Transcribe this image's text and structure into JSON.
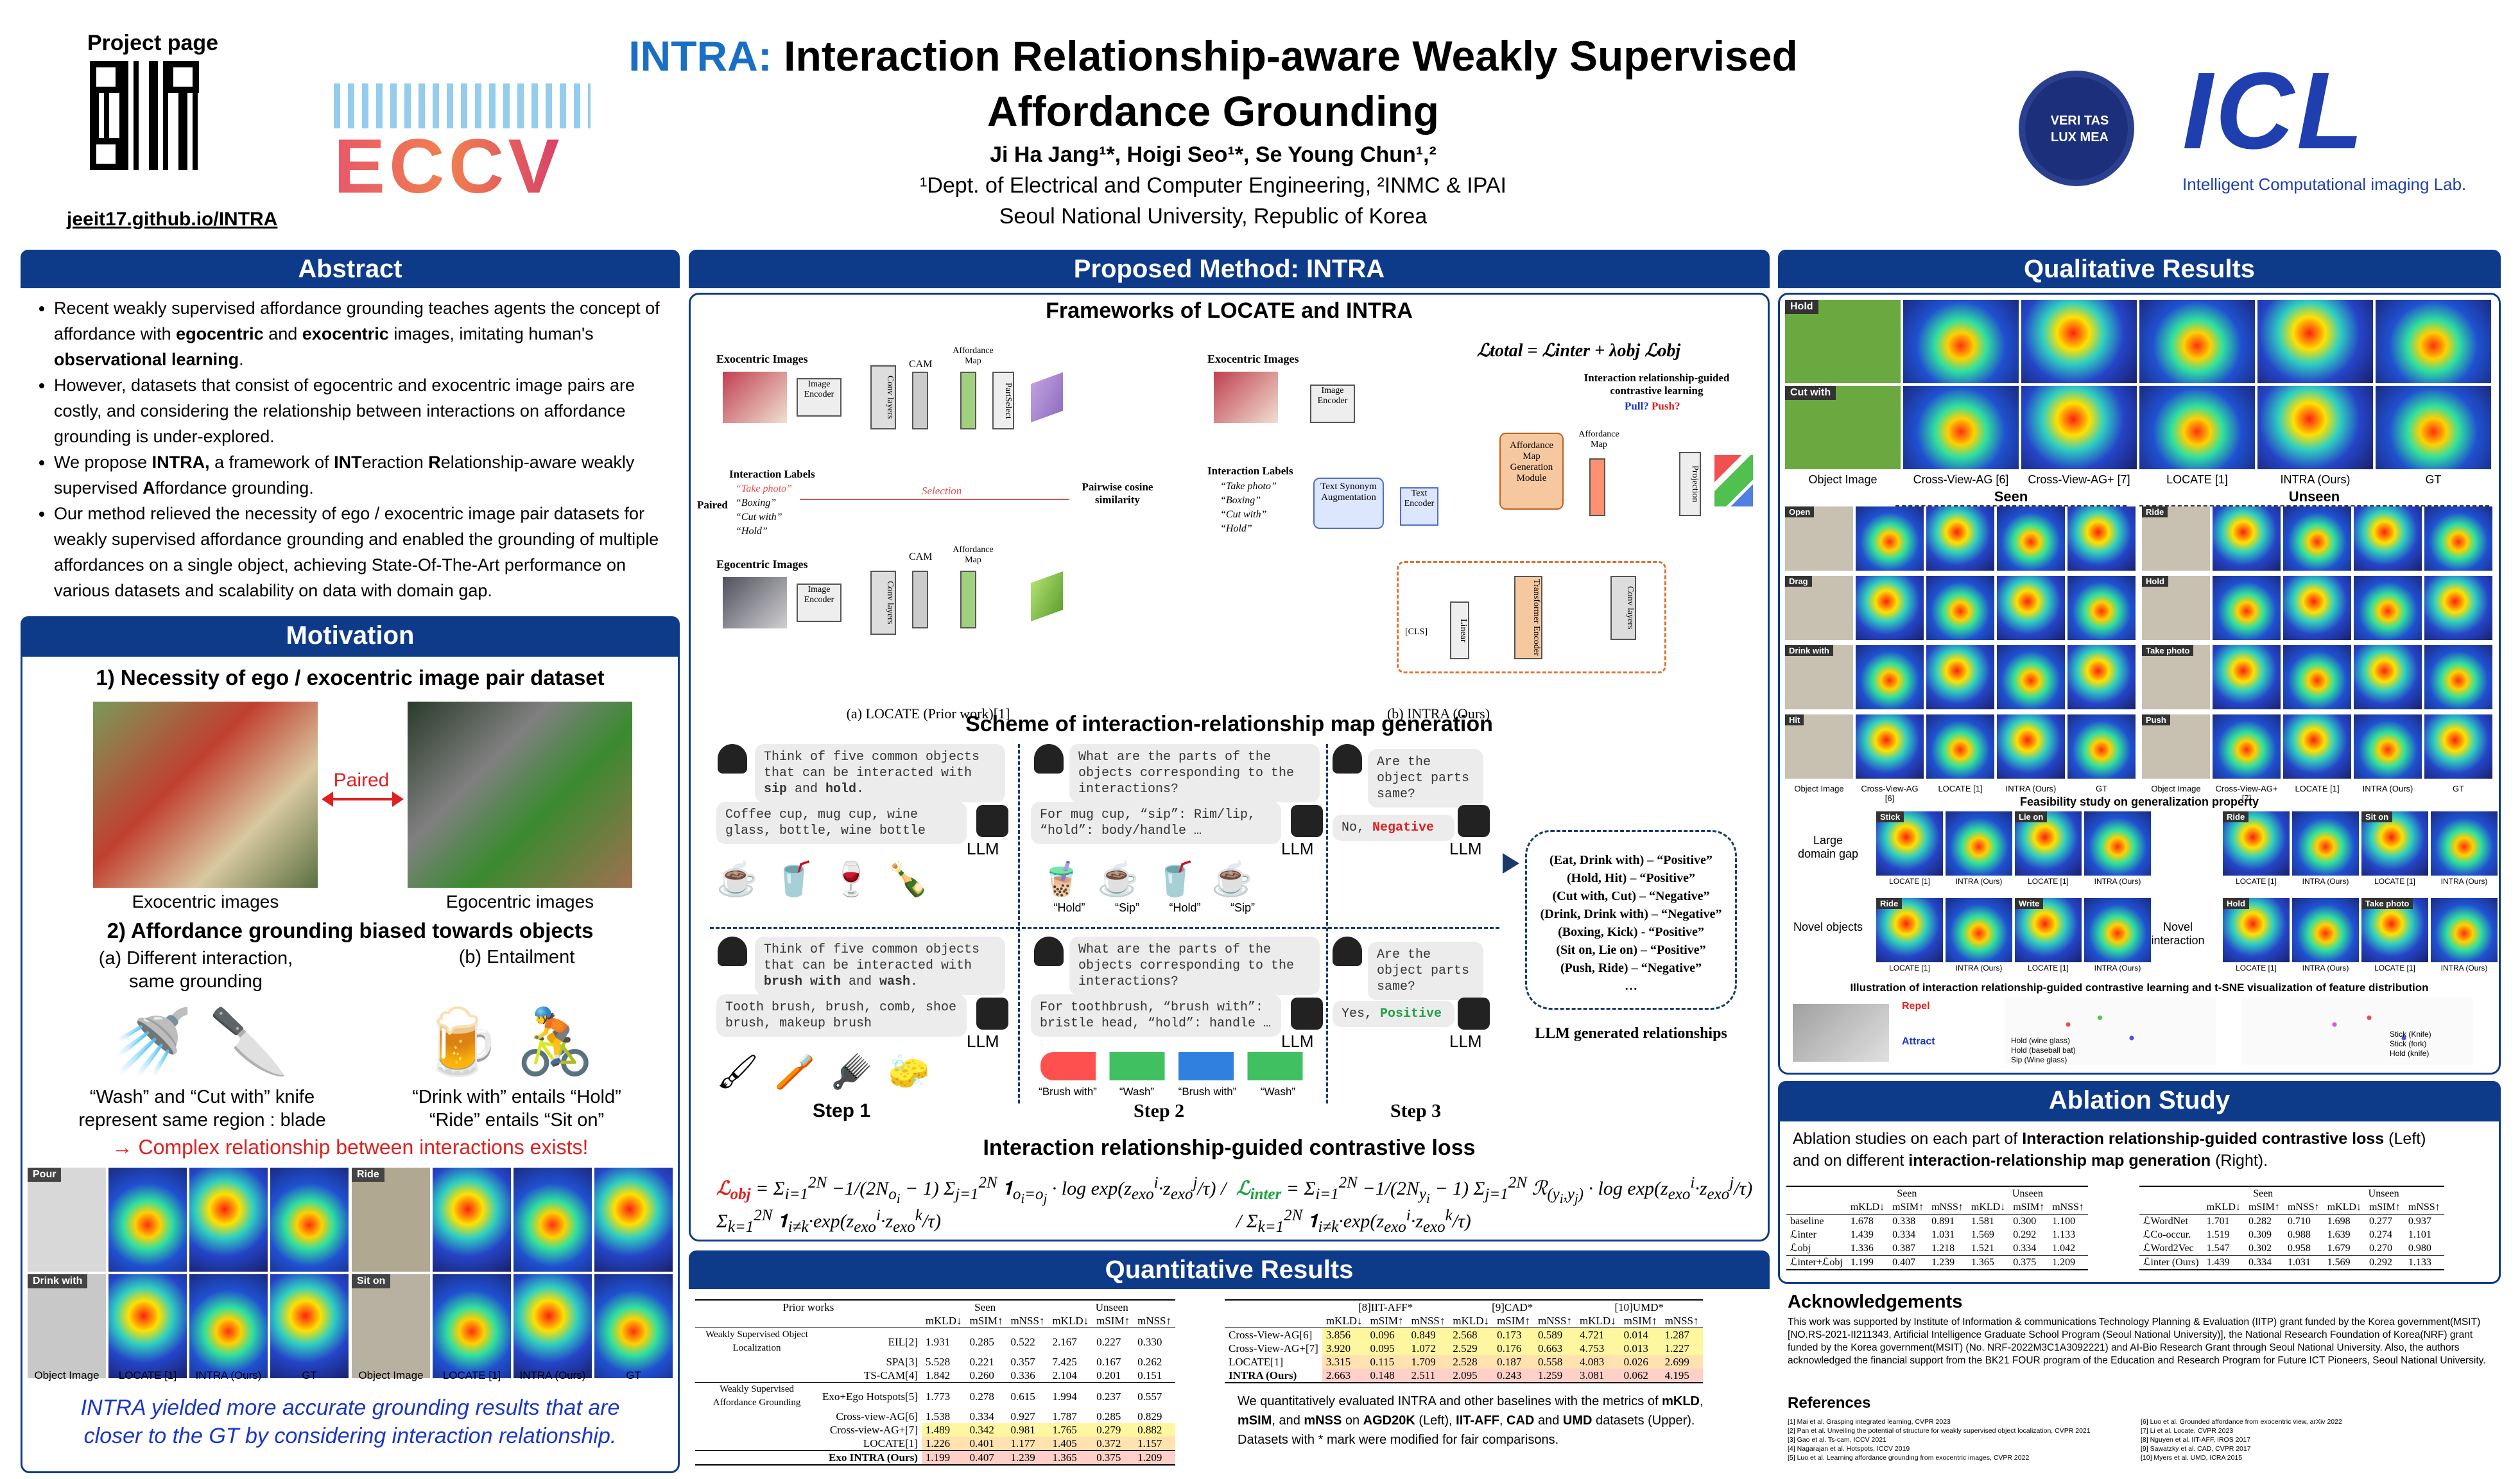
{
  "header": {
    "project_page_label": "Project page",
    "project_url": "jeeit17.github.io/INTRA",
    "conference": "ECCV",
    "title_brand": "INTRA:",
    "title_rest_line1": " Interaction Relationship-aware Weakly Supervised",
    "title_line2": "Affordance Grounding",
    "authors": "Ji Ha Jang¹*, Hoigi Seo¹*, Se Young Chun¹,²",
    "affil1": "¹Dept. of Electrical and Computer Engineering, ²INMC & IPAI",
    "affil2": "Seoul National University, Republic of Korea",
    "snu_seal_text": "VERI TAS LUX MEA",
    "lab_logo": "ICL",
    "lab_name": "Intelligent Computational imaging Lab."
  },
  "abstract": {
    "heading": "Abstract",
    "bullets": [
      "Recent weakly supervised affordance grounding teaches agents the concept of affordance with egocentric and exocentric images, imitating human's observational learning.",
      "However, datasets that consist of egocentric and exocentric image pairs are costly, and considering the relationship between interactions on affordance grounding is under-explored.",
      "We propose INTRA, a framework of INTeraction Relationship-aware weakly supervised Affordance grounding.",
      "Our method relieved the necessity of ego / exocentric image pair datasets for weakly supervised affordance grounding and enabled the grounding of multiple affordances on a single object, achieving State-Of-The-Art performance on various datasets and scalability on data with domain gap."
    ]
  },
  "motivation": {
    "heading": "Motivation",
    "s1_title": "1) Necessity of ego / exocentric image pair dataset",
    "paired": "Paired",
    "exo_label": "Exocentric images",
    "ego_label": "Egocentric images",
    "s2_title": "2) Affordance grounding biased towards objects",
    "a_label": "(a) Different interaction,",
    "a_label2": "same grounding",
    "b_label": "(b) Entailment",
    "a_caption1": "“Wash” and “Cut with” knife",
    "a_caption2": "represent same region : blade",
    "b_caption1": "“Drink with” entails “Hold”",
    "b_caption2": "“Ride” entails “Sit on”",
    "arrow_note": "→ Complex relationship between interactions exists!",
    "tags": [
      "Pour",
      "Ride",
      "Drink with",
      "Sit on"
    ],
    "col_labels": [
      "Object Image",
      "LOCATE [1]",
      "INTRA (Ours)",
      "GT",
      "Object Image",
      "LOCATE [1]",
      "INTRA (Ours)",
      "GT"
    ],
    "conclusion1": "INTRA yielded more accurate grounding results that are",
    "conclusion2": "closer to the GT by considering interaction relationship."
  },
  "method": {
    "heading": "Proposed Method: INTRA",
    "frameworks_title": "Frameworks of LOCATE and INTRA",
    "locate_caption": "(a) LOCATE (Prior work)[1]",
    "intra_caption": "(b) INTRA (Ours)",
    "exo_images": "Exocentric Images",
    "ego_images": "Egocentric Images",
    "interaction_labels": "Interaction Labels",
    "labels_list": [
      "“Take photo”",
      "“Boxing”",
      "“Cut with”",
      "“Hold”"
    ],
    "image_encoder": "Image Encoder",
    "conv_layers": "Conv layers",
    "cam": "CAM",
    "affordance_map": "Affordance Map",
    "partselect": "PartSelect",
    "paired": "Paired",
    "selection": "Selection",
    "pairwise": "Pairwise cosine similarity",
    "text_syn": "Text Synonym Augmentation",
    "text_encoder": "Text Encoder",
    "amg": "Affordance Map Generation Module",
    "projection": "Projection",
    "transformer": "Transformer Encoder",
    "linear": "Linear",
    "cls": "[CLS]",
    "loss_total": "ℒtotal = ℒinter + λobj ℒobj",
    "guided": "Interaction relationship-guided contrastive learning",
    "pull": "Pull?",
    "push": "Push?",
    "scheme_title": "Scheme of interaction-relationship map generation",
    "q1": "Think of five common objects that can be interacted with sip and hold.",
    "a1": "Coffee cup, mug cup, wine glass, bottle, wine bottle",
    "q2": "What are the parts of the objects corresponding to the interactions?",
    "a2": "For mug cup, “sip”: Rim/lip, “hold”: body/handle …",
    "q3": "Are the object parts same?",
    "a3_prefix": "No, ",
    "a3_word": "Negative",
    "q4": "Think of five common objects that can be interacted with brush with and wash.",
    "a4": "Tooth brush, brush, comb, shoe brush, makeup brush",
    "q5": "What are the parts of the objects corresponding to the interactions?",
    "a5": "For toothbrush, “brush with”: bristle head, “hold”: handle …",
    "q6": "Are the object parts same?",
    "a6_prefix": "Yes, ",
    "a6_word": "Positive",
    "llm": "LLM",
    "icon_labels_top": [
      "“Hold”",
      "“Sip”",
      "“Hold”",
      "“Sip”"
    ],
    "icon_labels_bot": [
      "“Brush with”",
      "“Wash”",
      "“Brush with”",
      "“Wash”"
    ],
    "steps": [
      "Step 1",
      "Step 2",
      "Step 3"
    ],
    "relationships": [
      "(Eat, Drink with) – “Positive”",
      "(Hold, Hit) – “Positive”",
      "(Cut with, Cut) – “Negative”",
      "(Drink, Drink with) – “Negative”",
      "(Boxing, Kick) - “Positive”",
      "(Sit on, Lie on) – “Positive”",
      "(Push, Ride) – “Negative”",
      "…"
    ],
    "llm_generated": "LLM generated relationships",
    "loss_title": "Interaction relationship-guided contrastive loss"
  },
  "quant": {
    "heading": "Quantitative Results",
    "left_headers": [
      "Prior works",
      "Seen",
      "Unseen"
    ],
    "metric_headers": [
      "mKLD↓",
      "mSIM↑",
      "mNSS↑",
      "mKLD↓",
      "mSIM↑",
      "mNSS↑"
    ],
    "groups": [
      {
        "name": "Weakly Supervised Object Localization",
        "sub": "",
        "rows": [
          {
            "m": "EIL[2]",
            "v": [
              "1.931",
              "0.285",
              "0.522",
              "2.167",
              "0.227",
              "0.330"
            ],
            "hl": ""
          },
          {
            "m": "SPA[3]",
            "v": [
              "5.528",
              "0.221",
              "0.357",
              "7.425",
              "0.167",
              "0.262"
            ],
            "hl": ""
          },
          {
            "m": "TS-CAM[4]",
            "v": [
              "1.842",
              "0.260",
              "0.336",
              "2.104",
              "0.201",
              "0.151"
            ],
            "hl": ""
          }
        ]
      },
      {
        "name": "Weakly Supervised Affordance Grounding",
        "sub": "Exo+Ego",
        "rows": [
          {
            "m": "Hotspots[5]",
            "v": [
              "1.773",
              "0.278",
              "0.615",
              "1.994",
              "0.237",
              "0.557"
            ],
            "hl": ""
          },
          {
            "m": "Cross-view-AG[6]",
            "v": [
              "1.538",
              "0.334",
              "0.927",
              "1.787",
              "0.285",
              "0.829"
            ],
            "hl": ""
          },
          {
            "m": "Cross-view-AG+[7]",
            "v": [
              "1.489",
              "0.342",
              "0.981",
              "1.765",
              "0.279",
              "0.882"
            ],
            "hl": "y"
          },
          {
            "m": "LOCATE[1]",
            "v": [
              "1.226",
              "0.401",
              "1.177",
              "1.405",
              "0.372",
              "1.157"
            ],
            "hl": "o"
          }
        ]
      },
      {
        "name": "",
        "sub": "Exo",
        "rows": [
          {
            "m": "INTRA (Ours)",
            "v": [
              "1.199",
              "0.407",
              "1.239",
              "1.365",
              "0.375",
              "1.209"
            ],
            "hl": "r"
          }
        ]
      }
    ],
    "right_headers": [
      "[8]IIT-AFF*",
      "[9]CAD*",
      "[10]UMD*"
    ],
    "right_metrics": [
      "mKLD↓",
      "mSIM↑",
      "mNSS↑",
      "mKLD↓",
      "mSIM↑",
      "mNSS↑",
      "mKLD↓",
      "mSIM↑",
      "mNSS↑"
    ],
    "right_rows": [
      {
        "m": "Cross-View-AG[6]",
        "v": [
          "3.856",
          "0.096",
          "0.849",
          "2.568",
          "0.173",
          "0.589",
          "4.721",
          "0.014",
          "1.287"
        ]
      },
      {
        "m": "Cross-View-AG+[7]",
        "v": [
          "3.920",
          "0.095",
          "1.072",
          "2.529",
          "0.176",
          "0.663",
          "4.753",
          "0.013",
          "1.227"
        ]
      },
      {
        "m": "LOCATE[1]",
        "v": [
          "3.315",
          "0.115",
          "1.709",
          "2.528",
          "0.187",
          "0.558",
          "4.083",
          "0.026",
          "2.699"
        ]
      },
      {
        "m": "INTRA (Ours)",
        "v": [
          "2.663",
          "0.148",
          "2.511",
          "2.095",
          "0.243",
          "1.259",
          "3.081",
          "0.062",
          "4.195"
        ]
      }
    ],
    "note1": "We quantitatively evaluated INTRA and other baselines with the metrics of mKLD,",
    "note2": "mSIM, and mNSS on AGD20K (Left), IIT-AFF, CAD and UMD datasets (Upper).",
    "note3": "Datasets with * mark were modified for fair comparisons."
  },
  "qual": {
    "heading": "Qualitative Results",
    "top_tags": [
      "Hold",
      "Cut with"
    ],
    "top_cols": [
      "Object Image",
      "Cross-View-AG [6]",
      "Cross-View-AG+ [7]",
      "LOCATE [1]",
      "INTRA (Ours)",
      "GT"
    ],
    "seen": "Seen",
    "unseen": "Unseen",
    "seen_tags": [
      "Open",
      "Drag",
      "Drink with",
      "Hit"
    ],
    "unseen_tags": [
      "Ride",
      "Hold",
      "Take photo",
      "Push"
    ],
    "grid_cols": [
      "Object Image",
      "Cross-View-AG [6]",
      "LOCATE [1]",
      "INTRA (Ours)",
      "GT",
      "Object Image",
      "Cross-View-AG+ [7]",
      "LOCATE [1]",
      "INTRA (Ours)",
      "GT"
    ],
    "feas_title": "Feasibility study on generalization property",
    "row_large": "Large domain gap",
    "row_novel_obj": "Novel objects",
    "novel_interaction": "Novel interaction",
    "feas_tags": [
      "Stick",
      "Lie on",
      "Ride",
      "Sit on",
      "Ride",
      "Write",
      "Hold",
      "Take photo"
    ],
    "feas_caps": [
      "LOCATE [1]",
      "INTRA (Ours)"
    ],
    "tsne_title": "Illustration of interaction relationship-guided contrastive learning and t-SNE visualization of feature distribution",
    "tsne_legend_a": [
      "Hold (wine glass)",
      "Hold (baseball bat)",
      "Sip (Wine glass)"
    ],
    "tsne_legend_b": [
      "Stick (Knife)",
      "Stick (fork)",
      "Hold (knife)"
    ],
    "repel": "Repel",
    "attract": "Attract"
  },
  "ablation": {
    "heading": "Ablation Study",
    "desc_pre": "Ablation studies on each part of ",
    "desc_b1": "Interaction relationship-guided contrastive loss",
    "desc_mid": " (Left)",
    "desc2_pre": "and on different ",
    "desc_b2": "interaction-relationship map generation",
    "desc_end": " (Right).",
    "metrics": [
      "mKLD↓",
      "mSIM↑",
      "mNSS↑",
      "mKLD↓",
      "mSIM↑",
      "mNSS↑"
    ],
    "left_rows": [
      {
        "m": "baseline",
        "v": [
          "1.678",
          "0.338",
          "0.891",
          "1.581",
          "0.300",
          "1.100"
        ]
      },
      {
        "m": "ℒinter",
        "v": [
          "1.439",
          "0.334",
          "1.031",
          "1.569",
          "0.292",
          "1.133"
        ]
      },
      {
        "m": "ℒobj",
        "v": [
          "1.336",
          "0.387",
          "1.218",
          "1.521",
          "0.334",
          "1.042"
        ]
      },
      {
        "m": "ℒinter+ℒobj",
        "v": [
          "1.199",
          "0.407",
          "1.239",
          "1.365",
          "0.375",
          "1.209"
        ]
      }
    ],
    "right_rows": [
      {
        "m": "ℒWordNet",
        "v": [
          "1.701",
          "0.282",
          "0.710",
          "1.698",
          "0.277",
          "0.937"
        ]
      },
      {
        "m": "ℒCo-occur.",
        "v": [
          "1.519",
          "0.309",
          "0.988",
          "1.639",
          "0.274",
          "1.101"
        ]
      },
      {
        "m": "ℒWord2Vec",
        "v": [
          "1.547",
          "0.302",
          "0.958",
          "1.679",
          "0.270",
          "0.980"
        ]
      },
      {
        "m": "ℒinter (Ours)",
        "v": [
          "1.439",
          "0.334",
          "1.031",
          "1.569",
          "0.292",
          "1.133"
        ]
      }
    ]
  },
  "ack": {
    "heading": "Acknowledgements",
    "text": "This work was supported by Institute of Information & communications Technology Planning & Evaluation (IITP) grant funded by the Korea government(MSIT) [NO.RS-2021-II211343, Artificial Intelligence Graduate School Program (Seoul National University)], the National Research Foundation of Korea(NRF) grant funded by the Korea government(MSIT) (No. NRF-2022M3C1A3092221) and AI-Bio Research Grant through Seoul National University. Also, the authors acknowledged the financial support from the BK21 FOUR program of the Education and Research Program for Future ICT Pioneers, Seoul National University."
  },
  "refs": {
    "heading": "References",
    "left": [
      "[1] Mai et al. Grasping integrated learning, CVPR 2023",
      "[2] Pan et al. Unveiling the potential of structure for weakly supervised object localization, CVPR 2021",
      "[3] Gao et al. Ts-cam, ICCV 2021",
      "[4] Nagarajan et al. Hotspots, ICCV 2019",
      "[5] Luo et al. Learning affordance grounding from exocentric images, CVPR 2022"
    ],
    "right": [
      "[6] Luo et al. Grounded affordance from exocentric view, arXiv 2022",
      "[7] Li et al. Locate, CVPR 2023",
      "[8] Nguyen et al. IIT-AFF, IROS 2017",
      "[9] Sawatzky et al. CAD, CVPR 2017",
      "[10] Myers et al. UMD, ICRA 2015"
    ]
  }
}
